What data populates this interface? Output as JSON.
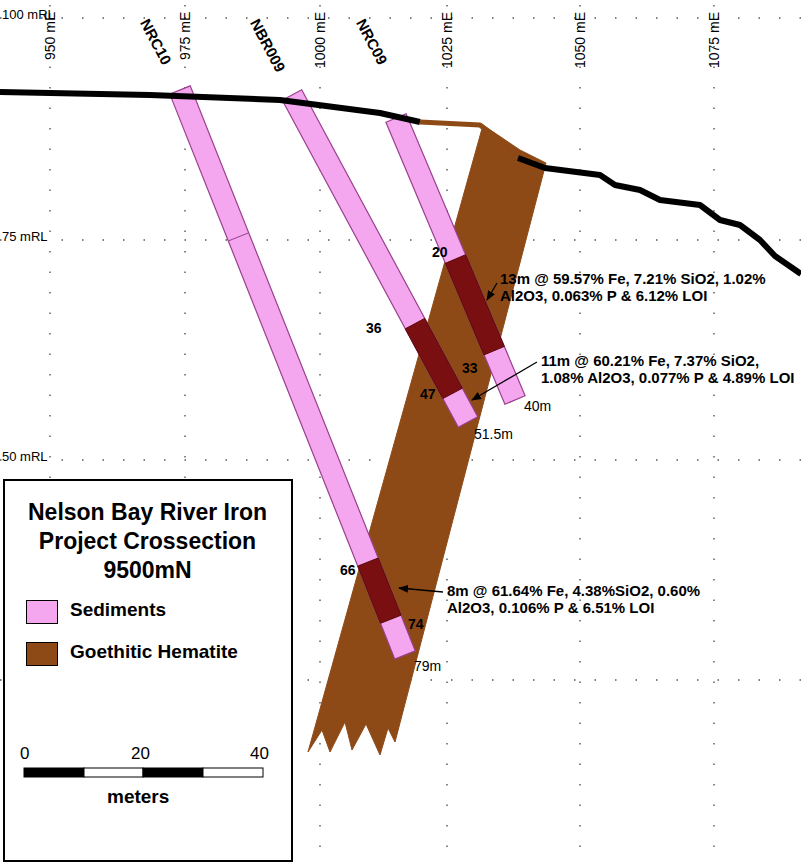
{
  "diagram": {
    "title": "Nelson Bay River Iron Project Crossection 9500mN",
    "labels": [
      "100 mRL",
      "75 mRL",
      "50 mRL",
      "950 mE",
      "975 mE",
      "1000 mE",
      "1025 mE",
      "1050 mE",
      "1075 mE",
      "NRC10",
      "NBR009",
      "NRC09",
      "20",
      "33",
      "36",
      "47",
      "66",
      "74",
      "40m",
      "51.5m",
      "79m",
      "13m @ 59.57% Fe, 7.21% SiO2, 1.02% Al2O3, 0.063% P & 6.12% LOI",
      "11m @ 60.21% Fe, 7.37% SiO2, 1.08% Al2O3, 0.077% P & 4.89% LOI",
      "8m @ 61.64% Fe, 4.38%SiO2, 0.60% Al2O3, 0.106% P & 6.51% LOI",
      "0",
      "20",
      "40",
      "meters"
    ],
    "legend": [
      {
        "text": "Sediments",
        "color": "#f4a6ee"
      },
      {
        "text": "Goethitic Hematite",
        "color": "#8e4a16"
      }
    ]
  }
}
